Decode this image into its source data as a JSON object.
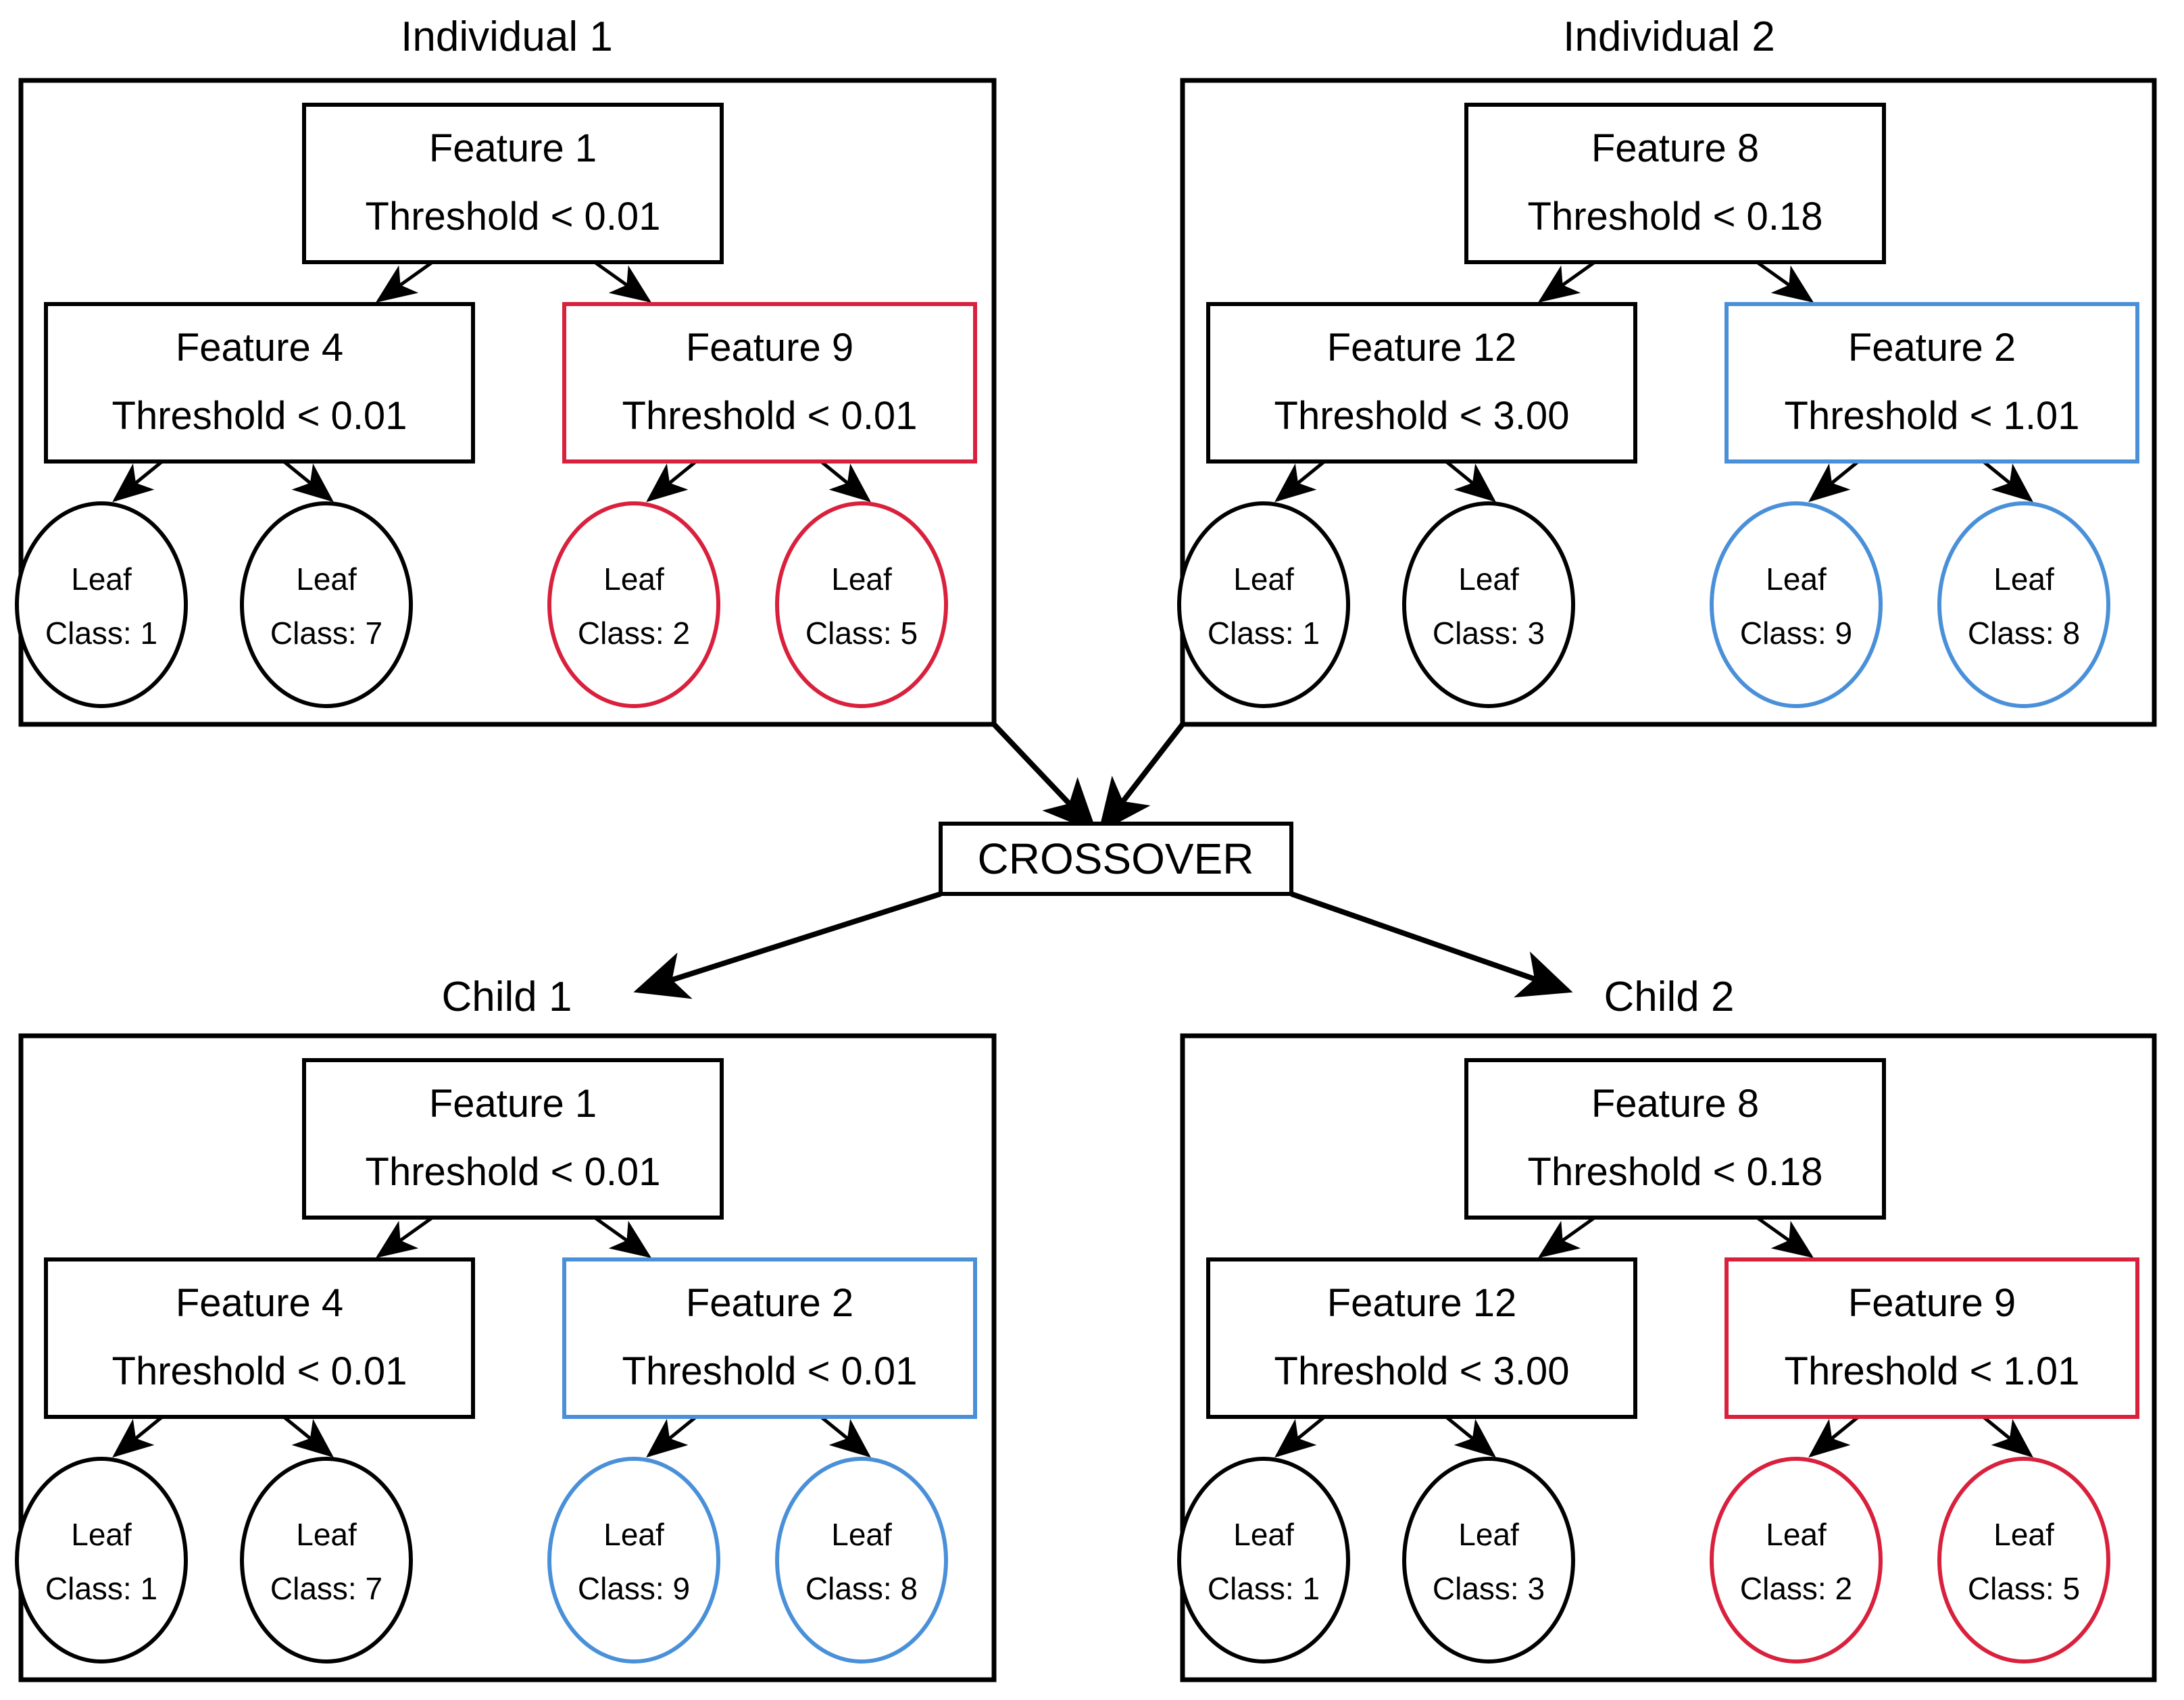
{
  "colors": {
    "black": "#000000",
    "red": "#d9203c",
    "blue": "#4a90d9",
    "background": "#ffffff"
  },
  "crossover": {
    "label": "CROSSOVER"
  },
  "panels": {
    "individual1": {
      "title": "Individual 1",
      "root": {
        "feature": "Feature 1",
        "threshold": "Threshold < 0.01",
        "color": "black"
      },
      "left_node": {
        "feature": "Feature 4",
        "threshold": "Threshold < 0.01",
        "color": "black"
      },
      "right_node": {
        "feature": "Feature 9",
        "threshold": "Threshold < 0.01",
        "color": "red"
      },
      "leaves": [
        {
          "line1": "Leaf",
          "line2": "Class: 1",
          "color": "black"
        },
        {
          "line1": "Leaf",
          "line2": "Class: 7",
          "color": "black"
        },
        {
          "line1": "Leaf",
          "line2": "Class: 2",
          "color": "red"
        },
        {
          "line1": "Leaf",
          "line2": "Class: 5",
          "color": "red"
        }
      ]
    },
    "individual2": {
      "title": "Individual 2",
      "root": {
        "feature": "Feature 8",
        "threshold": "Threshold < 0.18",
        "color": "black"
      },
      "left_node": {
        "feature": "Feature 12",
        "threshold": "Threshold < 3.00",
        "color": "black"
      },
      "right_node": {
        "feature": "Feature 2",
        "threshold": "Threshold < 1.01",
        "color": "blue"
      },
      "leaves": [
        {
          "line1": "Leaf",
          "line2": "Class: 1",
          "color": "black"
        },
        {
          "line1": "Leaf",
          "line2": "Class: 3",
          "color": "black"
        },
        {
          "line1": "Leaf",
          "line2": "Class: 9",
          "color": "blue"
        },
        {
          "line1": "Leaf",
          "line2": "Class: 8",
          "color": "blue"
        }
      ]
    },
    "child1": {
      "title": "Child 1",
      "root": {
        "feature": "Feature 1",
        "threshold": "Threshold < 0.01",
        "color": "black"
      },
      "left_node": {
        "feature": "Feature 4",
        "threshold": "Threshold < 0.01",
        "color": "black"
      },
      "right_node": {
        "feature": "Feature 2",
        "threshold": "Threshold < 0.01",
        "color": "blue"
      },
      "leaves": [
        {
          "line1": "Leaf",
          "line2": "Class: 1",
          "color": "black"
        },
        {
          "line1": "Leaf",
          "line2": "Class: 7",
          "color": "black"
        },
        {
          "line1": "Leaf",
          "line2": "Class: 9",
          "color": "blue"
        },
        {
          "line1": "Leaf",
          "line2": "Class: 8",
          "color": "blue"
        }
      ]
    },
    "child2": {
      "title": "Child 2",
      "root": {
        "feature": "Feature 8",
        "threshold": "Threshold < 0.18",
        "color": "black"
      },
      "left_node": {
        "feature": "Feature 12",
        "threshold": "Threshold < 3.00",
        "color": "black"
      },
      "right_node": {
        "feature": "Feature 9",
        "threshold": "Threshold < 1.01",
        "color": "red"
      },
      "leaves": [
        {
          "line1": "Leaf",
          "line2": "Class: 1",
          "color": "black"
        },
        {
          "line1": "Leaf",
          "line2": "Class: 3",
          "color": "black"
        },
        {
          "line1": "Leaf",
          "line2": "Class: 2",
          "color": "red"
        },
        {
          "line1": "Leaf",
          "line2": "Class: 5",
          "color": "red"
        }
      ]
    }
  }
}
